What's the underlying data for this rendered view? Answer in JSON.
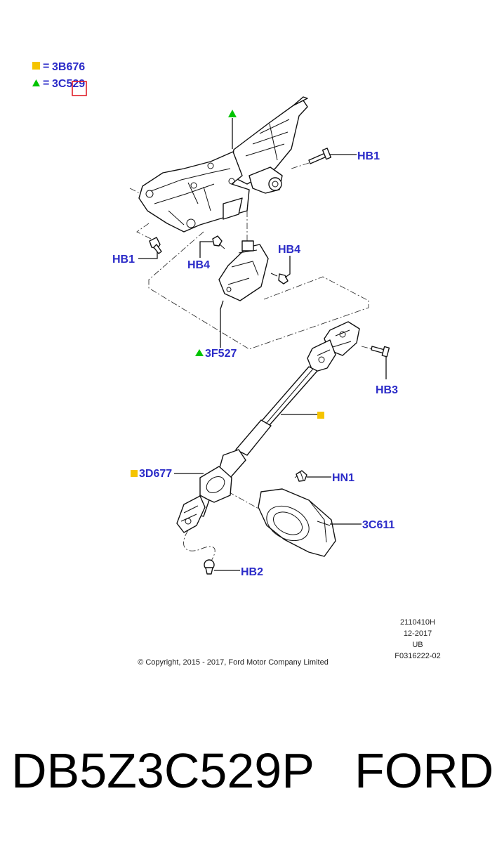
{
  "legend": [
    {
      "symbol": "square",
      "color": "#f5c400",
      "eq": "=",
      "code": "3B676"
    },
    {
      "symbol": "triangle",
      "color": "#00c400",
      "eq": "=",
      "code": "3C529"
    }
  ],
  "callouts": {
    "hb1_top": "HB1",
    "hb1_left": "HB1",
    "hb4_left": "HB4",
    "hb4_right": "HB4",
    "c3f527": "3F527",
    "hb3": "HB3",
    "c3d677": "3D677",
    "hn1": "HN1",
    "c3c611": "3C611",
    "hb2": "HB2"
  },
  "info_block": [
    "2110410H",
    "12-2017",
    "UB",
    "F0316222-02"
  ],
  "copyright": "© Copyright, 2015 - 2017, Ford Motor Company Limited",
  "footer": {
    "part_number": "DB5Z3C529P",
    "brand": "FORD"
  },
  "colors": {
    "label_blue": "#2b2bc8",
    "marker_yellow": "#f5c400",
    "marker_green": "#00c400",
    "highlight_red": "#e0202a"
  }
}
